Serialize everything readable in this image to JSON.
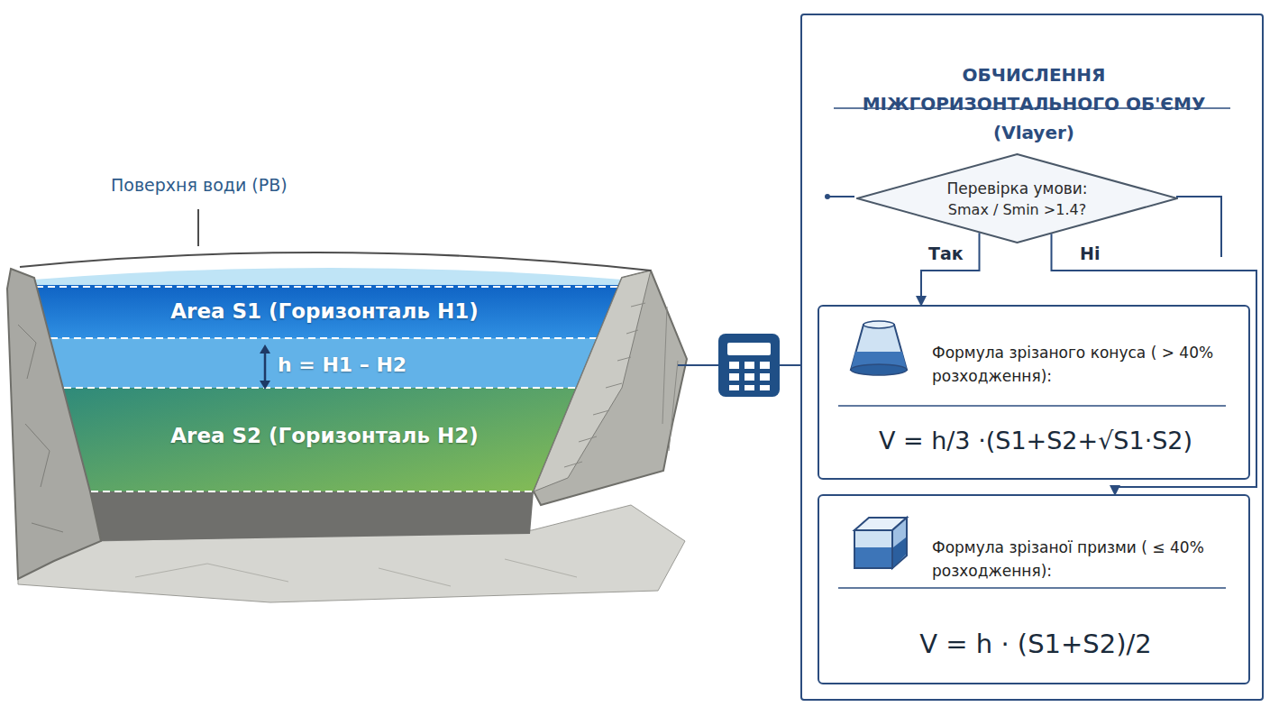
{
  "diagram": {
    "nodes": [
      {
        "text": [
          "ОБЧИСЛЕННЯ МІЖГОРИЗОНТАЛЬНОГО ОБ'ЄМУ (Vlayer)"
        ]
      },
      {
        "text": [
          "Перевірка умови:",
          "Smax / Smin >1.4?"
        ],
        "in": 0
      },
      {
        "text": [
          "Формула зрізаного конуса ( > 40% розходження):",
          "V = h/3 ·(S1+S2+√S1·S2)"
        ],
        "in": 0
      },
      {
        "text": [
          "Формула зрізаної призми ( ≤ 40% розходження):",
          "V = h · (S1+S2)/2"
        ],
        "in": 0
      }
    ],
    "edges": [
      {
        "from": 1,
        "to": 2,
        "label": "Так",
        "arrow": "to"
      },
      {
        "from": 1,
        "to": 3,
        "label": "Ні",
        "arrow": "to"
      }
    ],
    "labels": [
      "Поверхня води (РВ)",
      "Area S1 (Горизонталь H1)",
      "h = H1 – H2",
      "Area S2 (Горизонталь H2)"
    ]
  }
}
